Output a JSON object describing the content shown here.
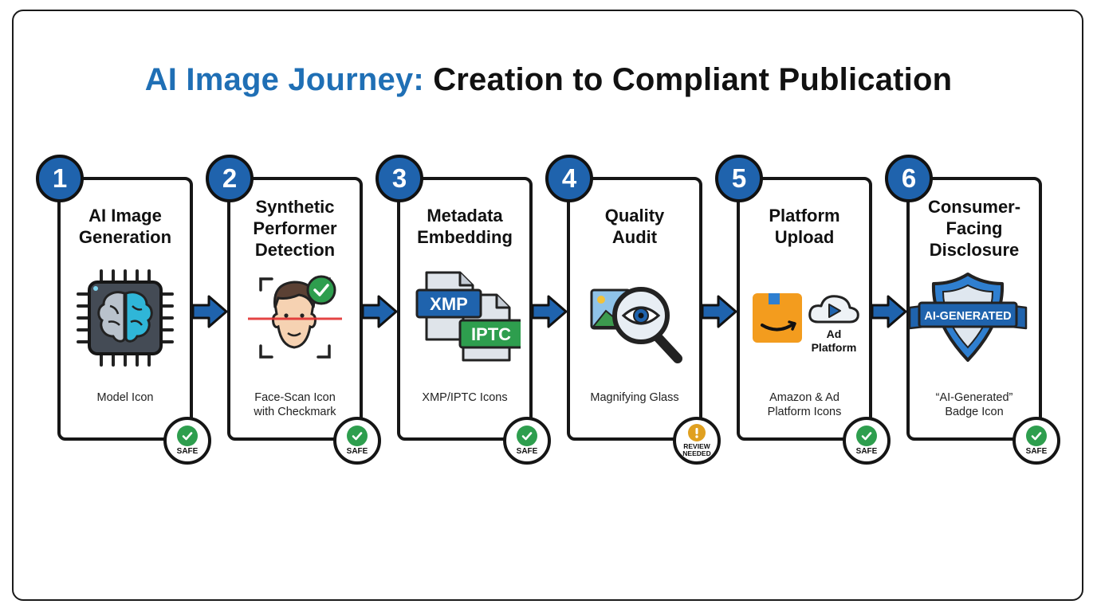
{
  "title": {
    "accent": "AI Image Journey:",
    "rest": " Creation to Compliant Publication"
  },
  "colors": {
    "accent": "#1f6fb5",
    "step_number": "#1f63ad",
    "safe": "#2e9e4e",
    "review": "#e0a020"
  },
  "steps": [
    {
      "number": "1",
      "title": "AI Image\nGeneration",
      "icon": "ai-chip-brain-icon",
      "caption": "Model Icon",
      "status": "SAFE"
    },
    {
      "number": "2",
      "title": "Synthetic\nPerformer\nDetection",
      "icon": "face-scan-icon",
      "caption": "Face-Scan Icon\nwith Checkmark",
      "status": "SAFE"
    },
    {
      "number": "3",
      "title": "Metadata\nEmbedding",
      "icon": "xmp-iptc-icon",
      "caption": "XMP/IPTC Icons",
      "status": "SAFE",
      "tags": {
        "xmp": "XMP",
        "iptc": "IPTC"
      }
    },
    {
      "number": "4",
      "title": "Quality\nAudit",
      "icon": "magnifying-glass-icon",
      "caption": "Magnifying Glass",
      "status": "REVIEW\nNEEDED"
    },
    {
      "number": "5",
      "title": "Platform\nUpload",
      "icon": "platform-icons",
      "caption": "Amazon & Ad\nPlatform Icons",
      "status": "SAFE",
      "ad_platform_label": "Ad\nPlatform"
    },
    {
      "number": "6",
      "title": "Consumer-\nFacing\nDisclosure",
      "icon": "ai-generated-badge-icon",
      "caption": "“AI-Generated”\nBadge Icon",
      "status": "SAFE",
      "badge_label": "AI-GENERATED"
    }
  ]
}
